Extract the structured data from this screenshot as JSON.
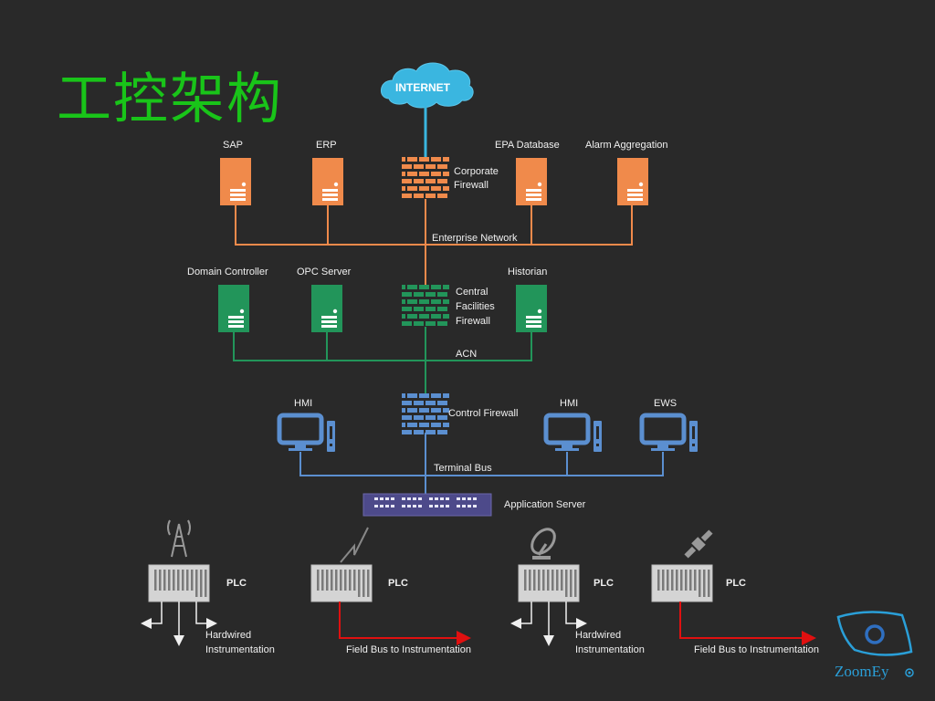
{
  "title": "工控架构",
  "colors": {
    "background": "#292929",
    "title": "#19c419",
    "internet": "#3ab6e0",
    "enterprise": "#f08a4b",
    "facilities": "#22955a",
    "control": "#5b8fd0",
    "app_server": "#4d4a8a",
    "plc": "#d4d4d4",
    "field_bus": "#e01010",
    "logo": "#2a9fd8"
  },
  "internet": {
    "label": "INTERNET"
  },
  "enterprise_zone": {
    "servers": [
      {
        "label": "SAP"
      },
      {
        "label": "ERP"
      },
      {
        "label": "EPA Database"
      },
      {
        "label": "Alarm Aggregation"
      }
    ],
    "firewall": {
      "label_line1": "Corporate",
      "label_line2": "Firewall"
    },
    "network_label": "Enterprise Network"
  },
  "facilities_zone": {
    "servers": [
      {
        "label": "Domain Controller"
      },
      {
        "label": "OPC Server"
      },
      {
        "label": "Historian"
      }
    ],
    "firewall": {
      "label_line1": "Central",
      "label_line2": "Facilities",
      "label_line3": "Firewall"
    },
    "network_label": "ACN"
  },
  "control_zone": {
    "workstations": [
      {
        "label": "HMI"
      },
      {
        "label": "HMI"
      },
      {
        "label": "EWS"
      }
    ],
    "firewall": {
      "label": "Control Firewall"
    },
    "network_label": "Terminal Bus",
    "app_server": {
      "label": "Application Server"
    }
  },
  "field_zone": {
    "plcs": [
      {
        "label": "PLC",
        "link_icon": "radio-tower",
        "output": "Hardwired",
        "output_line1": "Hardwired",
        "output_line2": "Instrumentation"
      },
      {
        "label": "PLC",
        "link_icon": "lightning-link",
        "output": "Field Bus to Instrumentation"
      },
      {
        "label": "PLC",
        "link_icon": "satellite-dish",
        "output_line1": "Hardwired",
        "output_line2": "Instrumentation"
      },
      {
        "label": "PLC",
        "link_icon": "satellite",
        "output": "Field Bus to Instrumentation"
      }
    ]
  },
  "logo": {
    "text": "ZoomEy"
  }
}
